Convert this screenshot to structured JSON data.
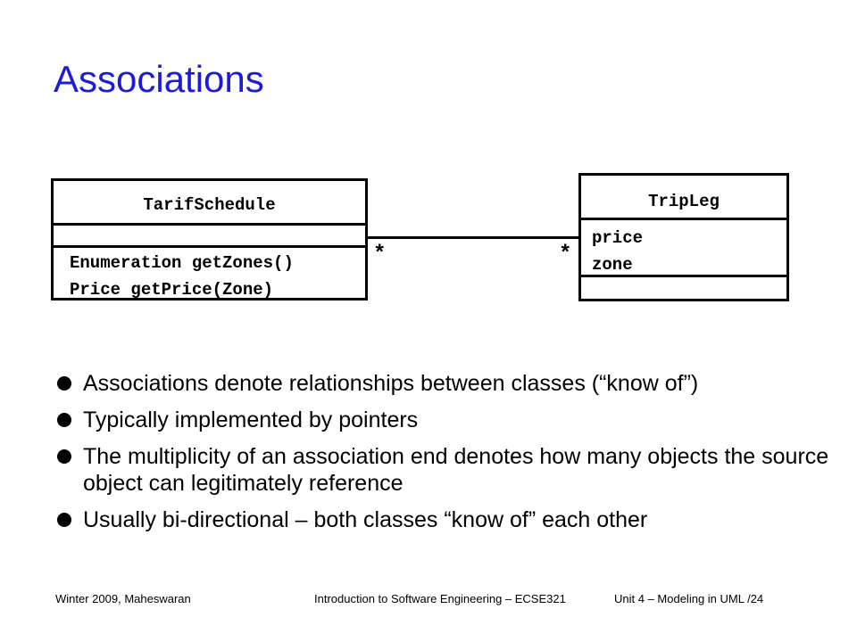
{
  "title": "Associations",
  "diagram": {
    "tarif": {
      "name": "TarifSchedule",
      "operations": [
        "Enumeration getZones()",
        "Price getPrice(Zone)"
      ]
    },
    "trip": {
      "name": "TripLeg",
      "attributes": [
        "price",
        "zone"
      ]
    },
    "association": {
      "left_multiplicity": "*",
      "right_multiplicity": "*"
    }
  },
  "bullets": [
    "Associations denote relationships between classes (“know of”)",
    "Typically implemented by pointers",
    "The multiplicity of an association end denotes how many objects the source object can legitimately reference",
    "Usually bi-directional – both classes “know of” each other"
  ],
  "footer": {
    "left": "Winter 2009, Maheswaran",
    "center": "Introduction to Software Engineering – ECSE321",
    "right": "Unit 4 – Modeling in UML  /24"
  },
  "colors": {
    "title": "#1c1cd6",
    "text": "#000000",
    "background": "#ffffff"
  }
}
